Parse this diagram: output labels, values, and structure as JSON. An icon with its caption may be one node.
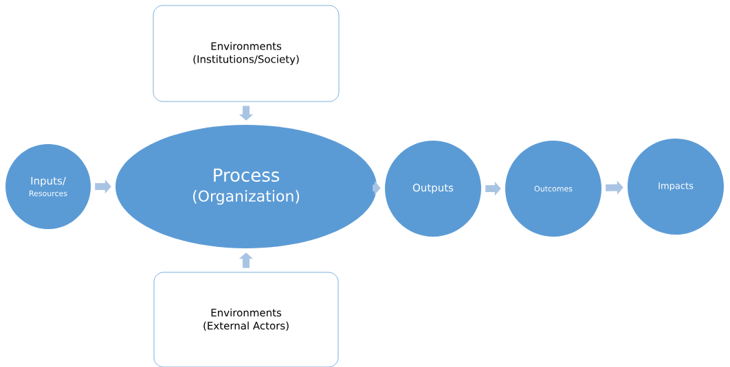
{
  "diagram": {
    "nodes": [
      {
        "text": [
          "Environments",
          "(Institutions/Society)"
        ]
      },
      {
        "text": [
          "Inputs/",
          "Resources"
        ]
      },
      {
        "text": [
          "Process",
          "(Organization)"
        ]
      },
      {
        "text": [
          "Outputs"
        ]
      },
      {
        "text": [
          "Outcomes"
        ]
      },
      {
        "text": [
          "Impacts"
        ]
      },
      {
        "text": [
          "Environments",
          "(External Actors)"
        ]
      }
    ],
    "edges": [
      {
        "from": 1,
        "to": 2,
        "arrow": "to"
      },
      {
        "from": 0,
        "to": 2,
        "arrow": "to"
      },
      {
        "from": 6,
        "to": 2,
        "arrow": "to"
      },
      {
        "from": 2,
        "to": 3,
        "arrow": "to"
      },
      {
        "from": 3,
        "to": 4,
        "arrow": "to"
      },
      {
        "from": 4,
        "to": 5,
        "arrow": "to"
      }
    ]
  }
}
